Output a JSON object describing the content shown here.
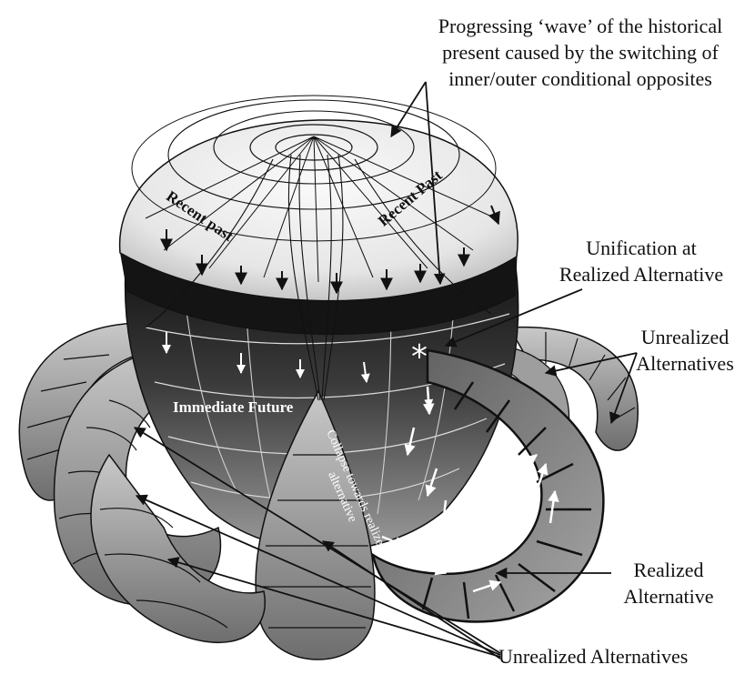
{
  "labels": {
    "progressing_wave": [
      "Progressing ‘wave’ of the historical",
      "present caused by the switching of",
      "inner/outer conditional opposites"
    ],
    "unification": [
      "Unification at",
      "Realized Alternative"
    ],
    "unrealized_right": [
      "Unrealized",
      "Alternatives"
    ],
    "realized": [
      "Realized",
      "Alternative"
    ],
    "unrealized_bottom": "Unrealized Alternatives",
    "recent_past_left": "Recent past",
    "recent_past_right": "Recent Past",
    "immediate_future": "Immediate Future",
    "collapse": [
      "Collapse towards realized",
      "alternative"
    ],
    "unification_marker": "*"
  },
  "colors": {
    "ink": "#111111",
    "dome_light": "#f4f4f4",
    "band_dark": "#161616",
    "horn_gray": "#8a8a8a",
    "arrow_white": "#ffffff"
  }
}
